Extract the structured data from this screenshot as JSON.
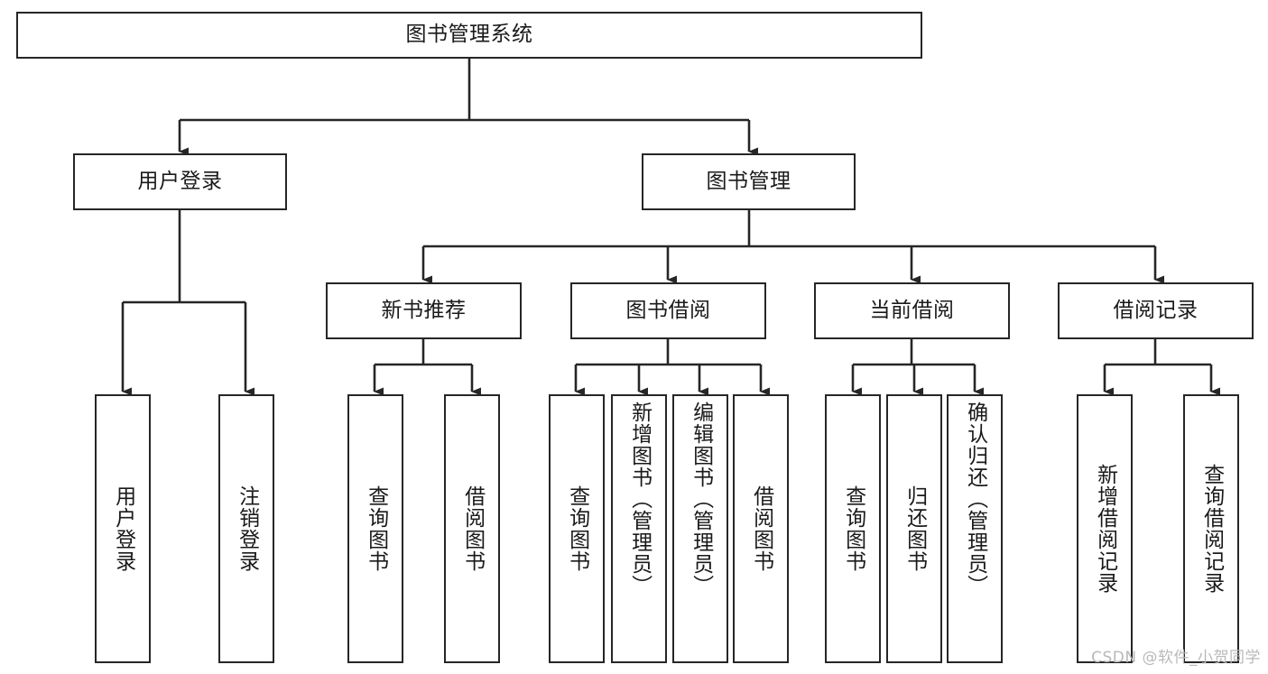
{
  "diagram": {
    "title": "图书管理系统",
    "type": "tree",
    "watermark": "CSDN @软件_小贺同学",
    "colors": {
      "box_border": "#262626",
      "box_fill": "#ffffff",
      "edge": "#262626",
      "text": "#1a1a1a",
      "watermark": "#b9b9b9"
    },
    "nodes": {
      "root": {
        "label": "图书管理系统",
        "level": 1,
        "orientation": "horizontal"
      },
      "user_login": {
        "label": "用户登录",
        "level": 2,
        "orientation": "horizontal"
      },
      "book_manage": {
        "label": "图书管理",
        "level": 2,
        "orientation": "horizontal"
      },
      "new_book_rec": {
        "label": "新书推荐",
        "level": 3,
        "orientation": "horizontal"
      },
      "book_borrow": {
        "label": "图书借阅",
        "level": 3,
        "orientation": "horizontal"
      },
      "current_borrow": {
        "label": "当前借阅",
        "level": 3,
        "orientation": "horizontal"
      },
      "borrow_record": {
        "label": "借阅记录",
        "level": 3,
        "orientation": "horizontal"
      },
      "leaf_user_login": {
        "label": "用户登录",
        "level": 4,
        "orientation": "vertical"
      },
      "leaf_logout": {
        "label": "注销登录",
        "level": 4,
        "orientation": "vertical"
      },
      "leaf_query_book_a": {
        "label": "查询图书",
        "level": 4,
        "orientation": "vertical"
      },
      "leaf_borrow_book_a": {
        "label": "借阅图书",
        "level": 4,
        "orientation": "vertical"
      },
      "leaf_query_book_b": {
        "label": "查询图书",
        "level": 4,
        "orientation": "vertical"
      },
      "leaf_add_book": {
        "label": "新增图书（管理员）",
        "level": 4,
        "orientation": "vertical"
      },
      "leaf_edit_book": {
        "label": "编辑图书（管理员）",
        "level": 4,
        "orientation": "vertical"
      },
      "leaf_borrow_book_b": {
        "label": "借阅图书",
        "level": 4,
        "orientation": "vertical"
      },
      "leaf_query_book_c": {
        "label": "查询图书",
        "level": 4,
        "orientation": "vertical"
      },
      "leaf_return_book": {
        "label": "归还图书",
        "level": 4,
        "orientation": "vertical"
      },
      "leaf_confirm_return": {
        "label": "确认归还（管理员）",
        "level": 4,
        "orientation": "vertical"
      },
      "leaf_add_record": {
        "label": "新增借阅记录",
        "level": 4,
        "orientation": "vertical"
      },
      "leaf_query_record": {
        "label": "查询借阅记录",
        "level": 4,
        "orientation": "vertical"
      }
    },
    "edges": [
      {
        "from": "root",
        "to": "user_login"
      },
      {
        "from": "root",
        "to": "book_manage"
      },
      {
        "from": "book_manage",
        "to": "new_book_rec"
      },
      {
        "from": "book_manage",
        "to": "book_borrow"
      },
      {
        "from": "book_manage",
        "to": "current_borrow"
      },
      {
        "from": "book_manage",
        "to": "borrow_record"
      },
      {
        "from": "user_login",
        "to": "leaf_user_login"
      },
      {
        "from": "user_login",
        "to": "leaf_logout"
      },
      {
        "from": "new_book_rec",
        "to": "leaf_query_book_a"
      },
      {
        "from": "new_book_rec",
        "to": "leaf_borrow_book_a"
      },
      {
        "from": "book_borrow",
        "to": "leaf_query_book_b"
      },
      {
        "from": "book_borrow",
        "to": "leaf_add_book"
      },
      {
        "from": "book_borrow",
        "to": "leaf_edit_book"
      },
      {
        "from": "book_borrow",
        "to": "leaf_borrow_book_b"
      },
      {
        "from": "current_borrow",
        "to": "leaf_query_book_c"
      },
      {
        "from": "current_borrow",
        "to": "leaf_return_book"
      },
      {
        "from": "current_borrow",
        "to": "leaf_confirm_return"
      },
      {
        "from": "borrow_record",
        "to": "leaf_add_record"
      },
      {
        "from": "borrow_record",
        "to": "leaf_query_record"
      }
    ]
  }
}
